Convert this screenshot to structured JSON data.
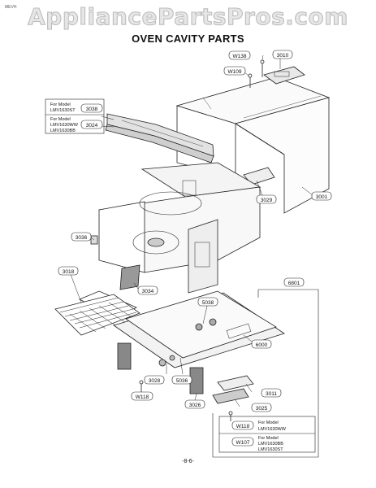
{
  "corner_code": "MEVH",
  "watermark": "AppliancePartsPros.com",
  "title": "OVEN CAVITY PARTS",
  "page_number": "-8-6-",
  "callouts": {
    "c3010": "3010",
    "c_w138": "W138",
    "c_w109": "W109",
    "c3038": "3038",
    "c3024": "3024",
    "c3029": "3029",
    "c3001": "3001",
    "c3036": "3036",
    "c3018": "3018",
    "c3034": "3034",
    "c6801": "6801",
    "c5038": "5038",
    "c6000": "6000",
    "c3028": "3028",
    "c5036": "5036",
    "c_w118a": "W118",
    "c3026": "3026",
    "c3011": "3011",
    "c3025": "3025",
    "c_w118b": "W118",
    "c_w107": "W107"
  },
  "model_notes": {
    "top_a_line1": "For Model",
    "top_a_line2": "LMV1630ST",
    "top_b_line1": "For Model",
    "top_b_line2": "LMV1630WW",
    "top_b_line3": "LMV1630BB",
    "bot_a_line1": "For Model",
    "bot_a_line2": "LMV1630WW",
    "bot_b_line1": "For Model",
    "bot_b_line2": "LMV1630BB",
    "bot_b_line3": "LMV1630ST"
  }
}
